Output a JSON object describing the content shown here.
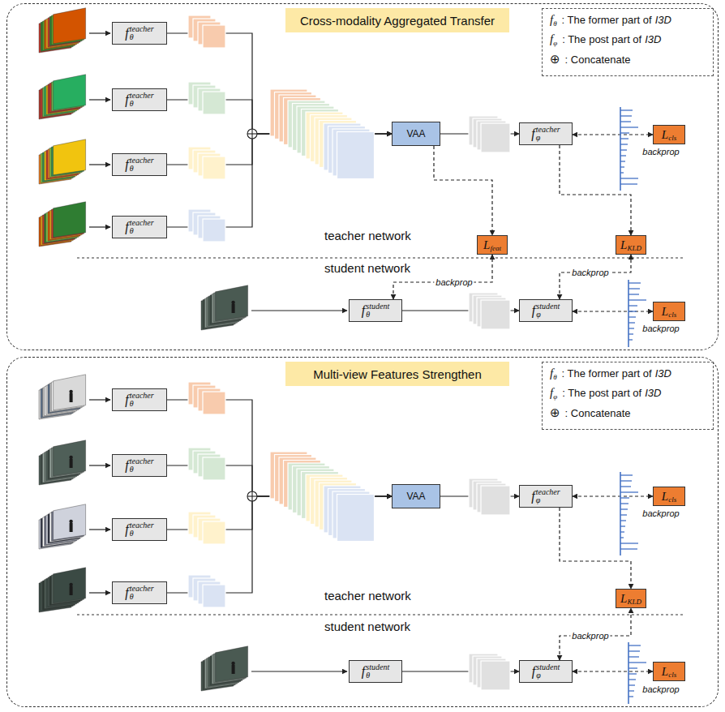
{
  "diagram": {
    "nodes": [
      {
        "text": [
          "teacher network",
          "student network"
        ]
      },
      {
        "text": [
          "Cross-modality Aggregated Transfer"
        ],
        "in": 0
      },
      {
        "text": [
          "f",
          "θ",
          ": The former part of",
          "I3D",
          "f",
          "φ",
          ": The post part of",
          "I3D",
          "⊕",
          ": Concatenate"
        ],
        "in": 0
      },
      {
        "text": [
          "f",
          "θ",
          "teacher"
        ],
        "in": 0
      },
      {
        "text": [
          "f",
          "θ",
          "teacher"
        ],
        "in": 0
      },
      {
        "text": [
          "f",
          "θ",
          "teacher"
        ],
        "in": 0
      },
      {
        "text": [
          "f",
          "θ",
          "teacher"
        ],
        "in": 0
      },
      {
        "text": [
          "VAA"
        ],
        "in": 0
      },
      {
        "text": [
          "f",
          "φ",
          "teacher"
        ],
        "in": 0
      },
      {
        "text": [
          "L",
          "cls"
        ],
        "in": 0
      },
      {
        "text": [
          "L",
          "feat"
        ],
        "in": 0
      },
      {
        "text": [
          "L",
          "KLD"
        ],
        "in": 0
      },
      {
        "text": [
          "f",
          "θ",
          "student"
        ],
        "in": 0
      },
      {
        "text": [
          "f",
          "φ",
          "student"
        ],
        "in": 0
      },
      {
        "text": [
          "L",
          "cls"
        ],
        "in": 0
      },
      {
        "text": [
          "teacher network",
          "student network"
        ]
      },
      {
        "text": [
          "Multi-view Features Strengthen"
        ],
        "in": 15
      },
      {
        "text": [
          "f",
          "θ",
          ": The former part of",
          "I3D",
          "f",
          "φ",
          ": The post part of",
          "I3D",
          "⊕",
          ": Concatenate"
        ],
        "in": 15
      },
      {
        "text": [
          "f",
          "θ",
          "teacher"
        ],
        "in": 15
      },
      {
        "text": [
          "f",
          "θ",
          "teacher"
        ],
        "in": 15
      },
      {
        "text": [
          "f",
          "θ",
          "teacher"
        ],
        "in": 15
      },
      {
        "text": [
          "f",
          "θ",
          "teacher"
        ],
        "in": 15
      },
      {
        "text": [
          "VAA"
        ],
        "in": 15
      },
      {
        "text": [
          "f",
          "φ",
          "teacher"
        ],
        "in": 15
      },
      {
        "text": [
          "L",
          "cls"
        ],
        "in": 15
      },
      {
        "text": [
          "L",
          "KLD"
        ],
        "in": 15
      },
      {
        "text": [
          "f",
          "θ",
          "student"
        ],
        "in": 15
      },
      {
        "text": [
          "f",
          "φ",
          "student"
        ],
        "in": 15
      },
      {
        "text": [
          "L",
          "cls"
        ],
        "in": 15
      }
    ],
    "edges": [
      {
        "from": 3,
        "to": 7,
        "arrow": "to"
      },
      {
        "from": 4,
        "to": 7,
        "arrow": "to"
      },
      {
        "from": 5,
        "to": 7,
        "arrow": "to"
      },
      {
        "from": 6,
        "to": 7,
        "arrow": "to"
      },
      {
        "from": 7,
        "to": 8,
        "arrow": "to"
      },
      {
        "from": 8,
        "to": 9,
        "label": "backprop",
        "arrow": "both"
      },
      {
        "from": 7,
        "to": 10,
        "arrow": "to"
      },
      {
        "from": 8,
        "to": 11,
        "arrow": "to"
      },
      {
        "from": 12,
        "to": 13,
        "arrow": "to"
      },
      {
        "from": 12,
        "to": 10,
        "label": "backprop",
        "arrow": "both"
      },
      {
        "from": 13,
        "to": 11,
        "label": "backprop",
        "arrow": "both"
      },
      {
        "from": 13,
        "to": 14,
        "label": "backprop",
        "arrow": "both"
      },
      {
        "from": 18,
        "to": 22,
        "arrow": "to"
      },
      {
        "from": 19,
        "to": 22,
        "arrow": "to"
      },
      {
        "from": 20,
        "to": 22,
        "arrow": "to"
      },
      {
        "from": 21,
        "to": 22,
        "arrow": "to"
      },
      {
        "from": 22,
        "to": 23,
        "arrow": "to"
      },
      {
        "from": 23,
        "to": 24,
        "label": "backprop",
        "arrow": "both"
      },
      {
        "from": 23,
        "to": 25,
        "arrow": "to"
      },
      {
        "from": 26,
        "to": 27,
        "arrow": "to"
      },
      {
        "from": 27,
        "to": 25,
        "label": "backprop",
        "arrow": "both"
      },
      {
        "from": 27,
        "to": 28,
        "label": "backprop",
        "arrow": "both"
      }
    ]
  }
}
